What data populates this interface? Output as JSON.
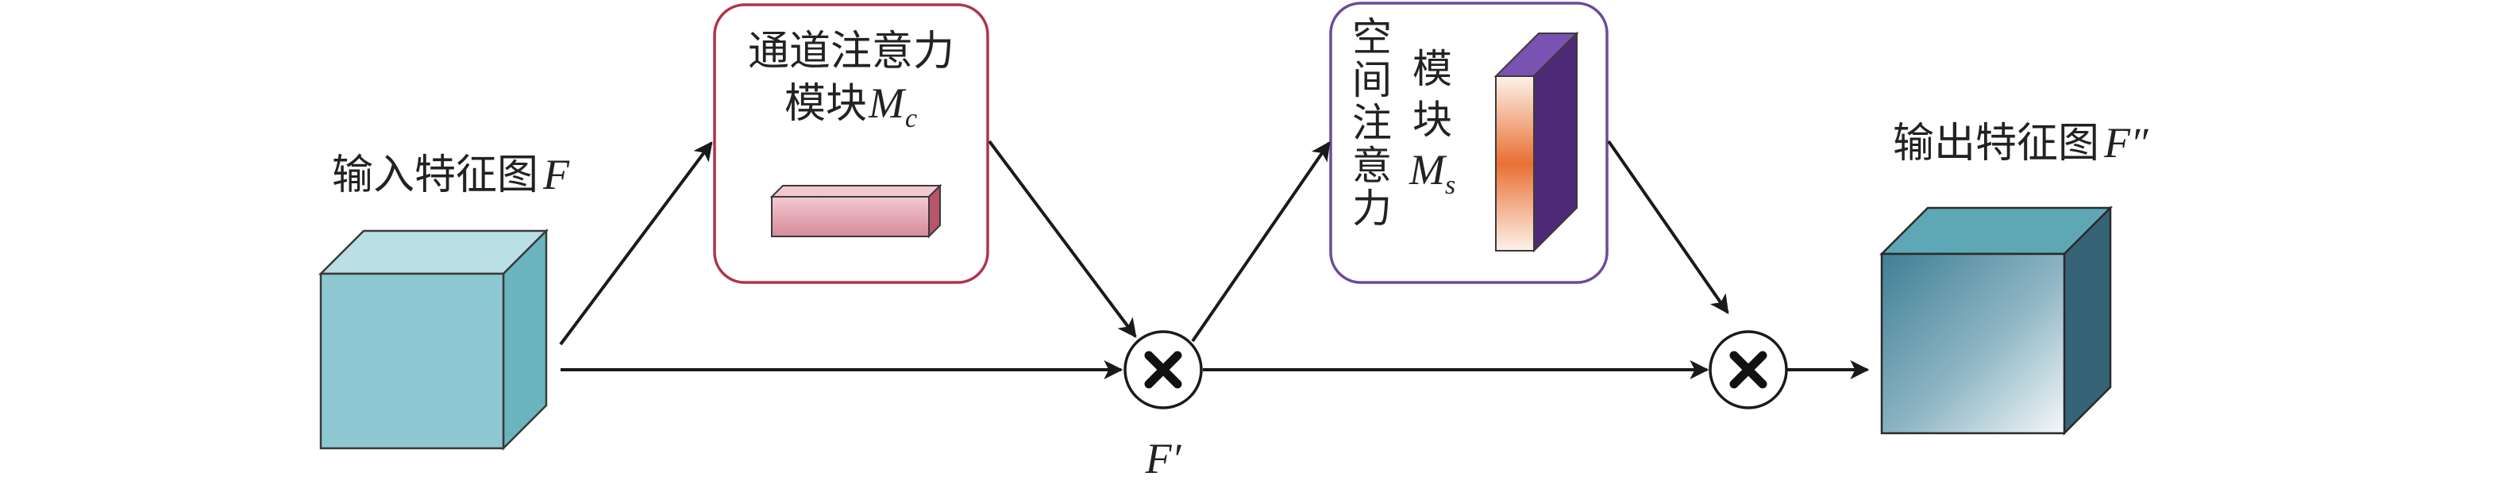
{
  "input": {
    "label": "输入特征图",
    "var": "F"
  },
  "channel_module": {
    "line1": "通道注意力",
    "line2": "模块",
    "var": "M",
    "sub": "c"
  },
  "spatial_module": {
    "vertical_chars": [
      "空",
      "间",
      "注",
      "意",
      "力"
    ],
    "chars2": [
      "模",
      "块"
    ],
    "var": "M",
    "sub": "s"
  },
  "intermediate": {
    "label": "F′"
  },
  "output": {
    "label": "输出特征图",
    "var": "F″"
  },
  "multiply": {
    "symbol": "✖"
  },
  "colors": {
    "channel_border": "#b0334a",
    "spatial_border": "#6c4a9a",
    "input_cube_front": "#8ec8d2",
    "input_cube_top": "#b9dfe4",
    "input_cube_side": "#6ab4c0",
    "channel_bar": "#e3a5b2",
    "spatial_bar_side": "#4f2a78",
    "spatial_bar_top": "#7a52b2",
    "spatial_bar_center": "#e97034",
    "output_cube_front": "#3f7f95",
    "output_cube_top": "#5ea8b6",
    "output_cube_side": "#366476"
  }
}
